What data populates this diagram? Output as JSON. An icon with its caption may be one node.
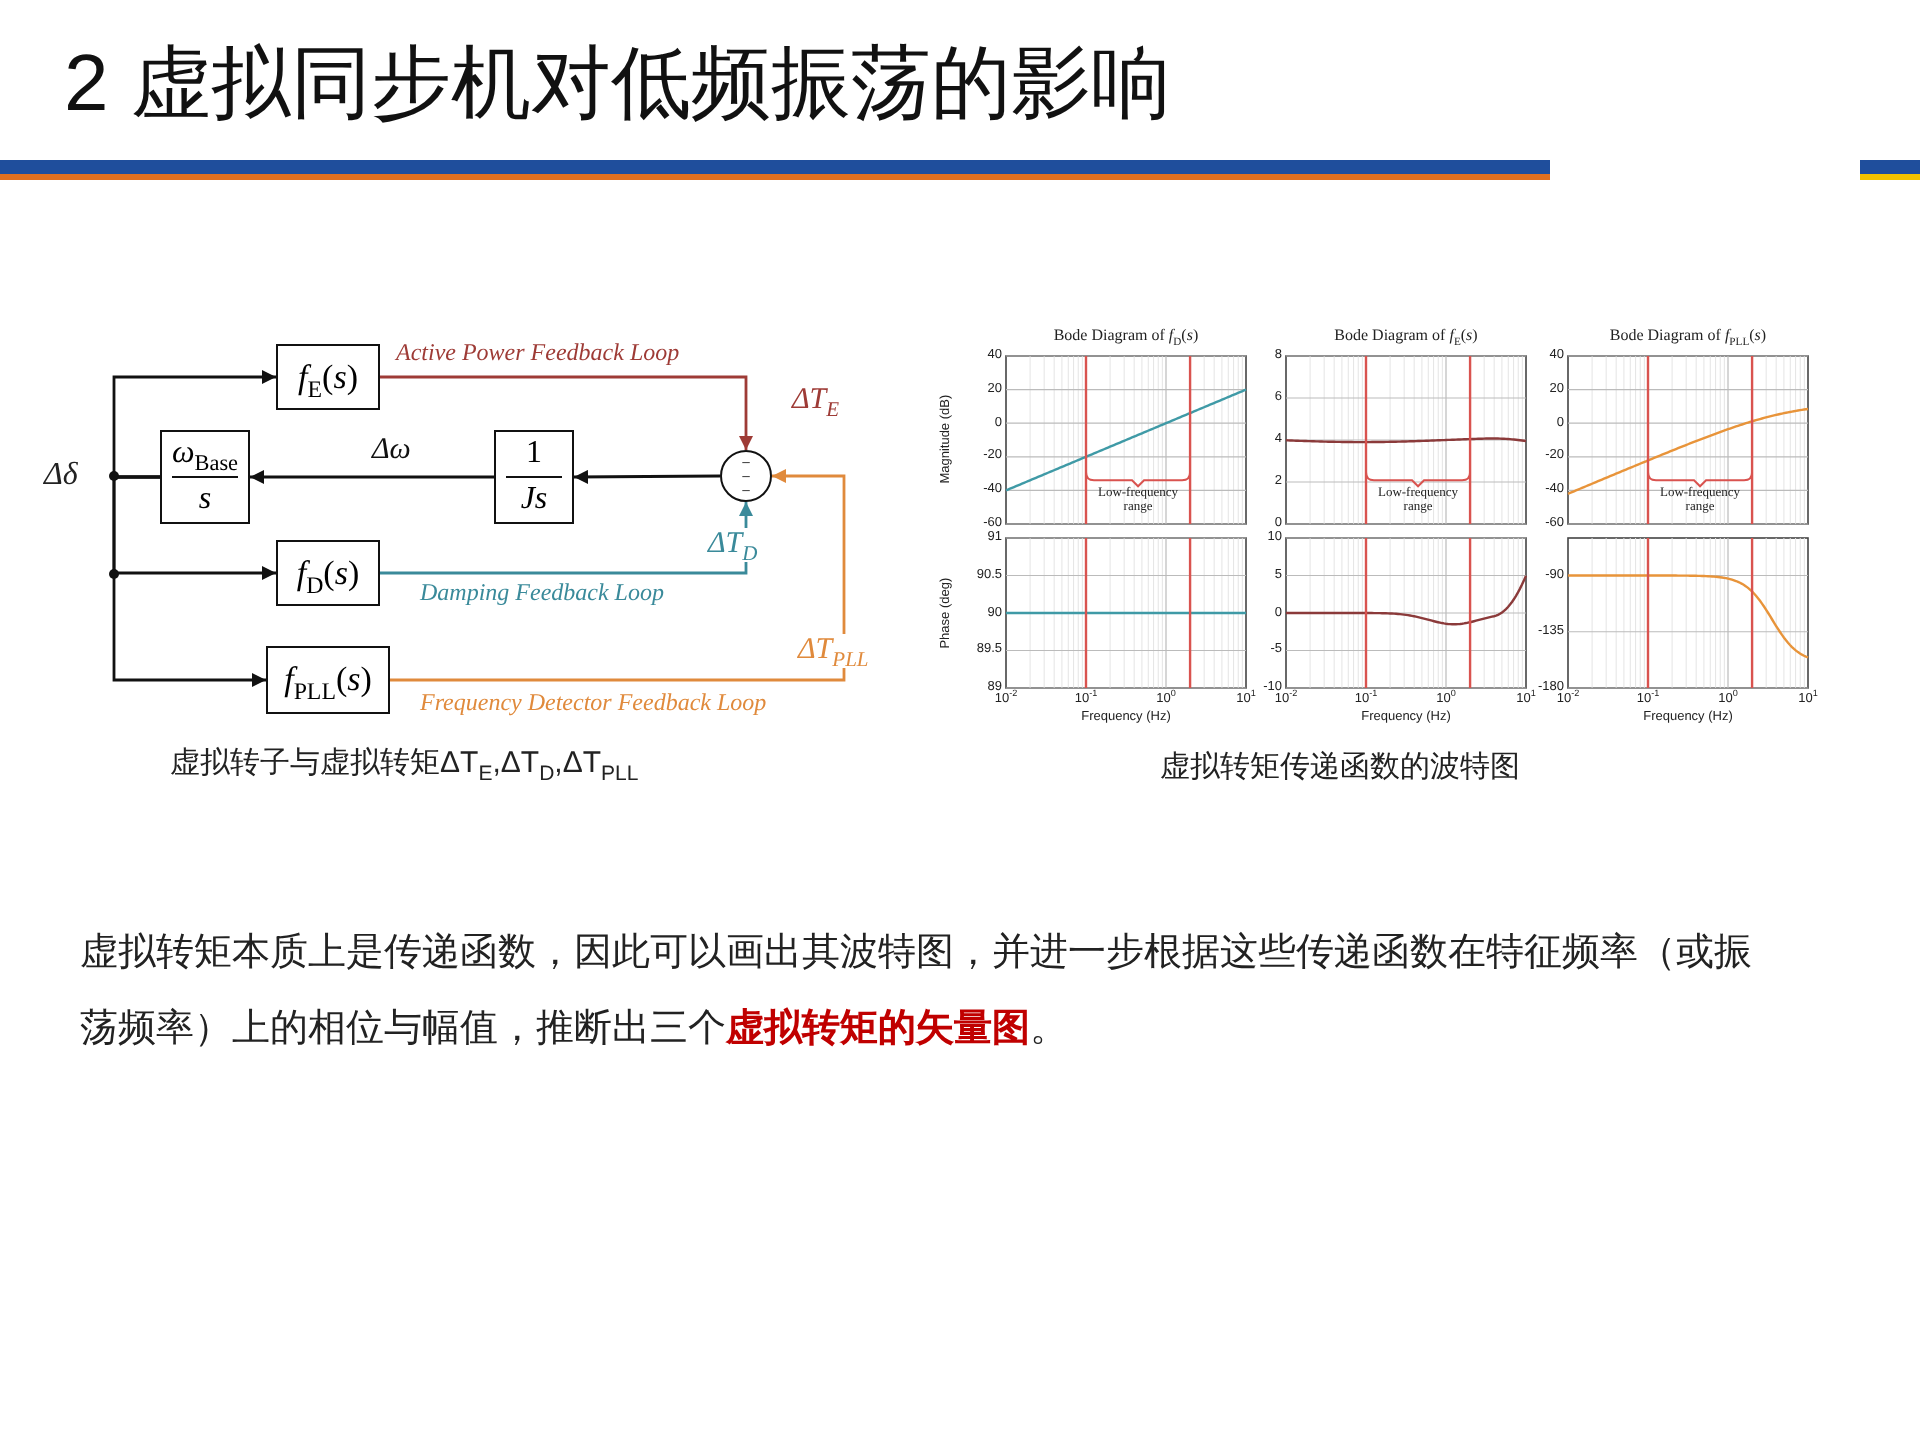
{
  "diagram": {
    "title": "2 虚拟同步机对低频振荡的影响",
    "nodes": [
      {
        "text": [
          "*f*$_{E}$(*s*)"
        ]
      },
      {
        "text": [
          "*ω*$_{Base}$",
          "*s*"
        ]
      },
      {
        "text": [
          "1",
          "*Js*"
        ]
      },
      {
        "text": [
          "−",
          "−",
          "−"
        ]
      },
      {
        "text": [
          "*f*$_{D}$(*s*)"
        ]
      },
      {
        "text": [
          "*f*$_{PLL}$(*s*)"
        ]
      }
    ],
    "edges": [
      {
        "from": 1,
        "to": 0,
        "arrow": "to"
      },
      {
        "from": 1,
        "to": 4,
        "arrow": "to"
      },
      {
        "from": 1,
        "to": 5,
        "arrow": "to"
      },
      {
        "from": 2,
        "to": 1,
        "arrow": "to",
        "label": "Δω"
      },
      {
        "from": 3,
        "to": 2,
        "arrow": "to"
      },
      {
        "from": 0,
        "to": 3,
        "arrow": "to",
        "label": "ΔT$_{E}$",
        "color": "#9e3b36"
      },
      {
        "from": 4,
        "to": 3,
        "arrow": "to",
        "label": "ΔT$_{D}$",
        "color": "#3a8a9a"
      },
      {
        "from": 5,
        "to": 3,
        "arrow": "to",
        "label": "ΔT$_{PLL}$",
        "color": "#e08a3c"
      }
    ],
    "labels": [
      "Active Power Feedback Loop",
      "Δδ",
      "Damping Feedback Loop",
      "Frequency Detector Feedback Loop",
      "Bode Diagram of *f*$_{D}$(*s*)",
      "Bode Diagram of *f*$_{E}$(*s*)",
      "Bode Diagram of *f*$_{PLL}$(*s*)",
      "40",
      "20",
      "0",
      "-20",
      "-40",
      "-60",
      "Magnitude (dB)",
      "Low-frequency range",
      "8",
      "6",
      "4",
      "2",
      "0",
      "Low-frequency range",
      "40",
      "20",
      "0",
      "-20",
      "-40",
      "-60",
      "Low-frequency range",
      "91",
      "90.5",
      "90",
      "89.5",
      "89",
      "Phase (deg)",
      "10",
      "5",
      "0",
      "-5",
      "-10",
      "-90",
      "-135",
      "-180",
      "10$^{-2}$",
      "10$^{-1}$",
      "10$^{0}$",
      "10$^{1}$",
      "Frequency (Hz)",
      "10$^{-2}$",
      "10$^{-1}$",
      "10$^{0}$",
      "10$^{1}$",
      "Frequency (Hz)",
      "10$^{-2}$",
      "10$^{-1}$",
      "10$^{0}$",
      "10$^{1}$",
      "Frequency (Hz)",
      "虚拟转子与虚拟转矩ΔT$_{E}$,ΔT$_{D}$,ΔT$_{PLL}$",
      "虚拟转矩传递函数的波特图",
      "虚拟转矩本质上是传递函数，因此可以画出其波特图，并进一步根据这些传递函数在特征频率（或振荡频率）上的相位与幅值，推断出三个**虚拟转矩的矢量图**。"
    ]
  }
}
